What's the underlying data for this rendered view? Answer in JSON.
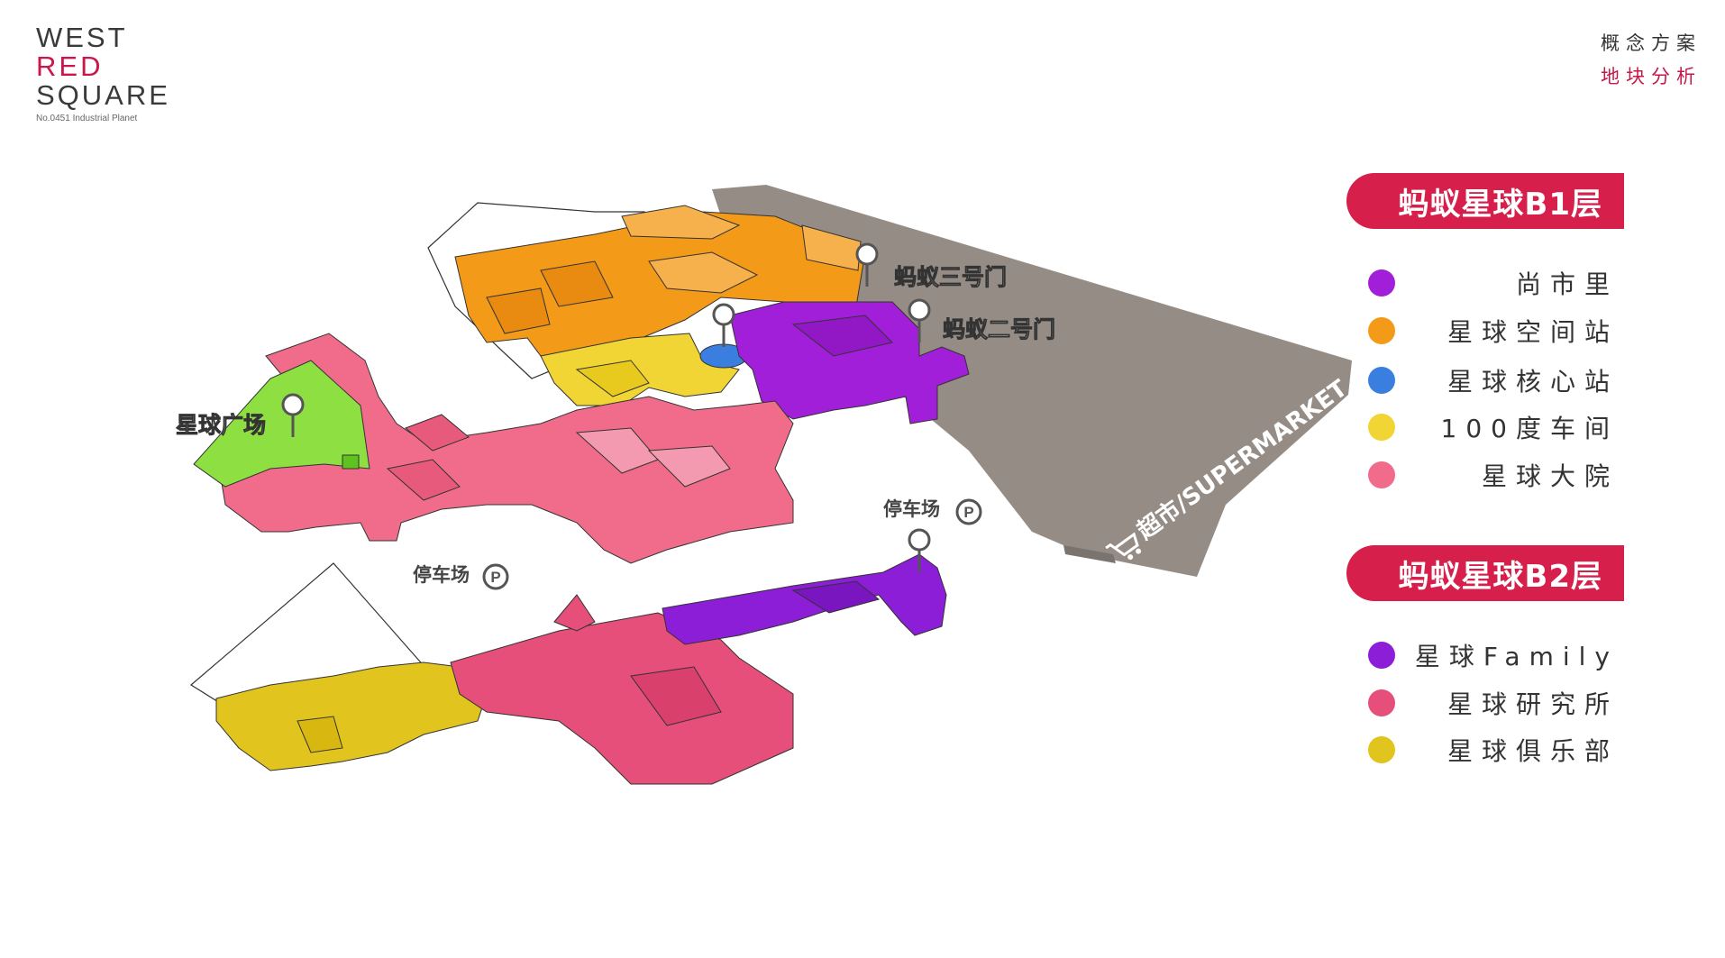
{
  "logo": {
    "line1": "WEST",
    "line2": "RED",
    "line3": "SQUARE",
    "tagline": "No.0451 Industrial Planet"
  },
  "header": {
    "title": "概念方案",
    "subtitle": "地块分析"
  },
  "map_labels": {
    "gate3": "蚂蚁三号门",
    "gate2": "蚂蚁二号门",
    "plaza": "星球广场",
    "parking_right": "停车场",
    "parking_left": "停车场",
    "supermarket": "超市/SUPERMARKET"
  },
  "legend_b1": {
    "title": "蚂蚁星球B1层",
    "items": [
      {
        "label": "尚市里",
        "color": "#a21fd9"
      },
      {
        "label": "星球空间站",
        "color": "#f39a19"
      },
      {
        "label": "星球核心站",
        "color": "#3a7fe0"
      },
      {
        "label": "100度车间",
        "color": "#f0d534"
      },
      {
        "label": "星球大院",
        "color": "#f06c8a"
      }
    ]
  },
  "legend_b2": {
    "title": "蚂蚁星球B2层",
    "items": [
      {
        "label": "星球Family",
        "color": "#8b1ed6"
      },
      {
        "label": "星球研究所",
        "color": "#e64f79"
      },
      {
        "label": "星球俱乐部",
        "color": "#e2c41e"
      }
    ]
  },
  "colors": {
    "accent": "#d61f4a",
    "supermarket_gray": "#958c86",
    "plaza_green": "#8ee042"
  }
}
